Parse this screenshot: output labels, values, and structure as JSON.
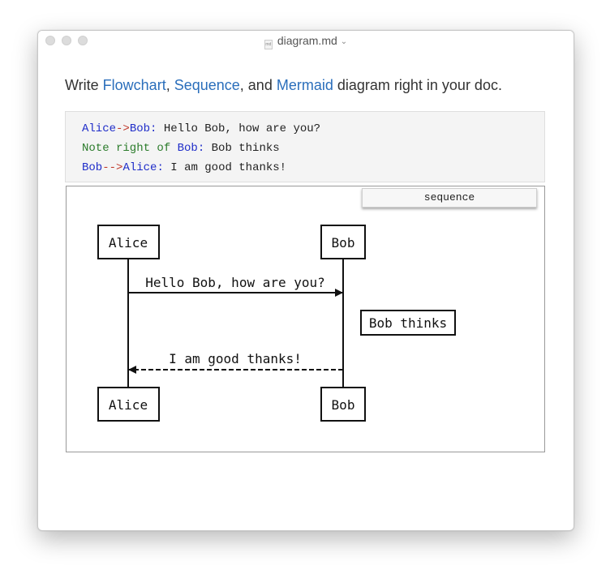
{
  "window": {
    "title": "diagram.md",
    "file_icon_label": "md"
  },
  "intro": {
    "prefix": "Write ",
    "link_flowchart": "Flowchart",
    "sep1": ", ",
    "link_sequence": "Sequence",
    "sep2": ", and ",
    "link_mermaid": "Mermaid",
    "suffix": " diagram right in your doc."
  },
  "code": {
    "line1": {
      "a": "Alice",
      "arrow": "->",
      "b": "Bob:",
      "text": " Hello Bob, how are you?"
    },
    "line2": {
      "note": "Note right of",
      "b": " Bob:",
      "text": " Bob thinks"
    },
    "line3": {
      "a": "Bob",
      "arrow": "-->",
      "b": "Alice:",
      "text": " I am good thanks!"
    }
  },
  "diagram": {
    "mode_button": "sequence",
    "actors": [
      "Alice",
      "Bob"
    ],
    "message1": "Hello Bob, how are you?",
    "note": "Bob thinks",
    "message2": "I am good thanks!"
  },
  "colors": {
    "link": "#2a6ebb",
    "code_blue": "#1f2dc9",
    "code_red": "#c0392b",
    "code_green": "#2c7c2c",
    "code_purple": "#7b2d9a"
  }
}
